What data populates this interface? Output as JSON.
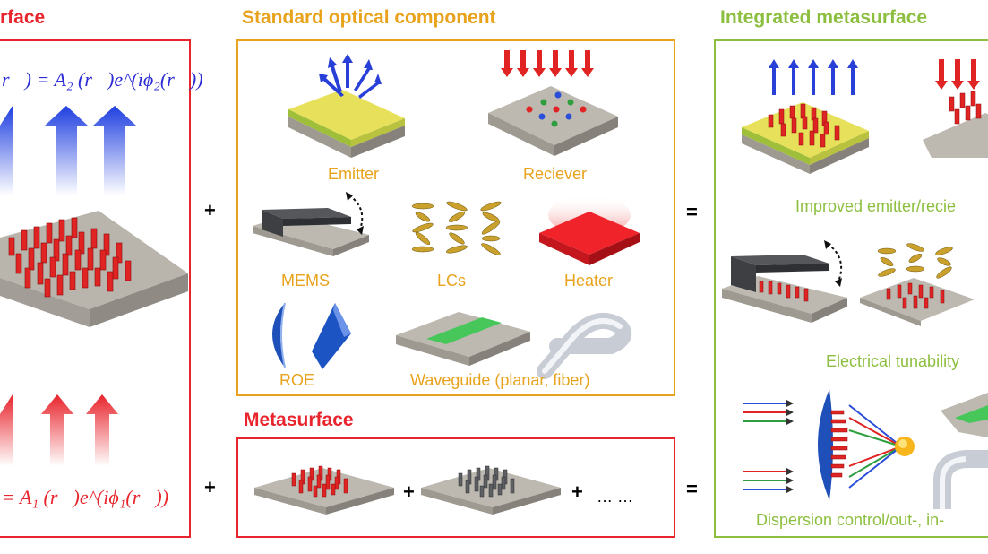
{
  "colors": {
    "metasurface_red": "#e8242c",
    "standard_orange": "#e8a21c",
    "integrated_green": "#8cbf3f",
    "eq_blue": "#2b2bd6"
  },
  "panels": {
    "metasurface_main": {
      "title": "rface",
      "eq_top": "r⃗) = A₂ (r⃗)e^(iϕ₂(r⃗))",
      "eq_bottom": "= A₁ (r⃗)e^(iϕ₁(r⃗))"
    },
    "standard": {
      "title": "Standard optical component",
      "labels": {
        "emitter": "Emitter",
        "receiver": "Reciever",
        "mems": "MEMS",
        "lcs": "LCs",
        "heater": "Heater",
        "roe": "ROE",
        "waveguide": "Waveguide (planar, fiber)"
      }
    },
    "metasurface_small": {
      "title": "Metasurface",
      "ellipsis": "… …"
    },
    "integrated": {
      "title": "Integrated metasurface",
      "labels": {
        "improved": "Improved emitter/recie",
        "tunability": "Electrical tunability",
        "dispersion": "Dispersion control/out-, in-"
      }
    }
  },
  "operators": {
    "plus": "+",
    "equals": "="
  }
}
